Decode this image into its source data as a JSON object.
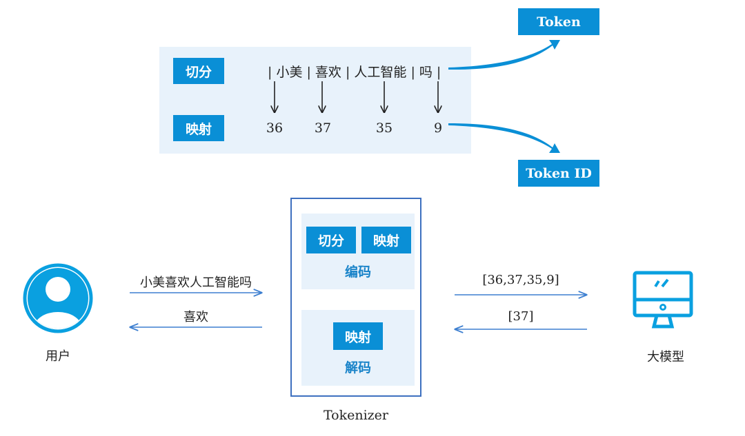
{
  "top": {
    "tokenize_label": "切分",
    "map_label": "映射",
    "segmented_text": "| 小美 | 喜欢 | 人工智能 | 吗 |",
    "ids": [
      "36",
      "37",
      "35",
      "9"
    ],
    "token_box": "Token",
    "token_id_box": "Token ID"
  },
  "tokenizer": {
    "encode_btn1": "切分",
    "encode_btn2": "映射",
    "encode_label": "编码",
    "decode_btn": "映射",
    "decode_label": "解码",
    "name": "Tokenizer"
  },
  "user": {
    "label": "用户",
    "input_text": "小美喜欢人工智能吗",
    "output_text": "喜欢"
  },
  "model": {
    "label": "大模型",
    "input_ids": "[36,37,35,9]",
    "output_ids": "[37]"
  },
  "colors": {
    "accent": "#0a8fd6",
    "panel": "#e8f2fb",
    "arrow": "#3d7fd0",
    "icon": "#0aa0e0"
  }
}
